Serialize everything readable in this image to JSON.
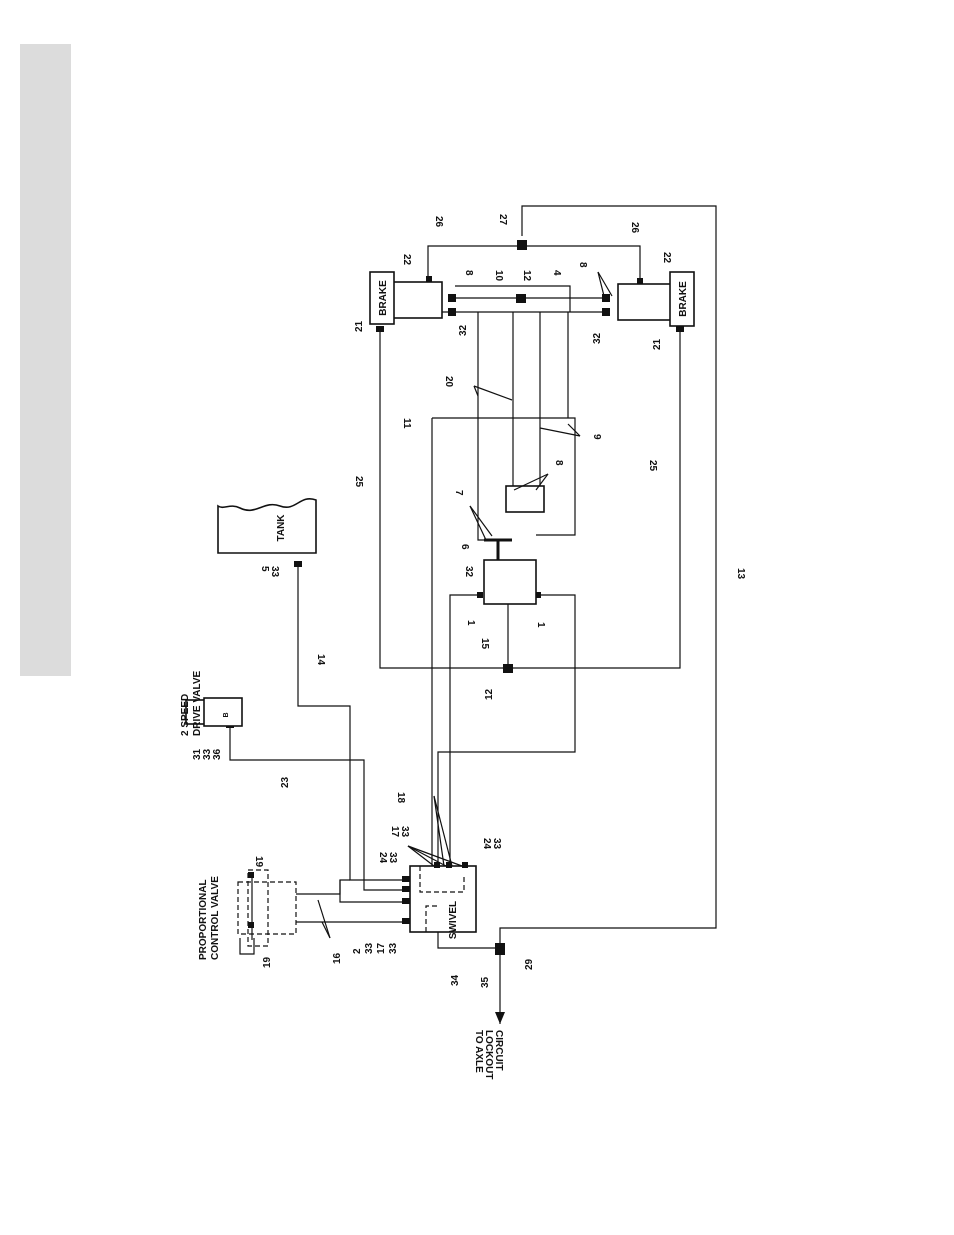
{
  "labels": {
    "brake_top": "BRAKE",
    "brake_bottom": "BRAKE",
    "tank": "TANK",
    "swivel": "SWIVEL",
    "two_speed_line1": "2 SPEED",
    "two_speed_line2": "DRIVE VALVE",
    "prop_line1": "PROPORTIONAL",
    "prop_line2": "CONTROL VALVE",
    "axle_line1": "TO AXLE",
    "axle_line2": "LOCKOUT",
    "axle_line3": "CIRCUIT",
    "valve_mark": "B"
  },
  "callouts": {
    "c26a": "26",
    "c27": "27",
    "c26b": "26",
    "c22a": "22",
    "c8a": "8",
    "c10": "10",
    "c12a": "12",
    "c4": "4",
    "c8b": "8",
    "c22b": "22",
    "c21a": "21",
    "c32a": "32",
    "c32b": "32",
    "c21b": "21",
    "c20": "20",
    "c11": "11",
    "c9": "9",
    "c8c": "8",
    "c25a": "25",
    "c25b": "25",
    "c7": "7",
    "c6": "6",
    "c5": "5",
    "c33a": "33",
    "c32c": "32",
    "c1a": "1",
    "c1b": "1",
    "c15": "15",
    "c12b": "12",
    "c14": "14",
    "c13": "13",
    "c31": "31",
    "c33b": "33",
    "c36": "36",
    "c23": "23",
    "c18": "18",
    "c17a": "17",
    "c33c": "33",
    "c24a": "24",
    "c33d": "33",
    "c24b": "24",
    "c33e": "33",
    "c19a": "19",
    "c19b": "19",
    "c16": "16",
    "c2": "2",
    "c33f": "33",
    "c17b": "17",
    "c33g": "33",
    "c34": "34",
    "c35": "35",
    "c29": "29"
  }
}
